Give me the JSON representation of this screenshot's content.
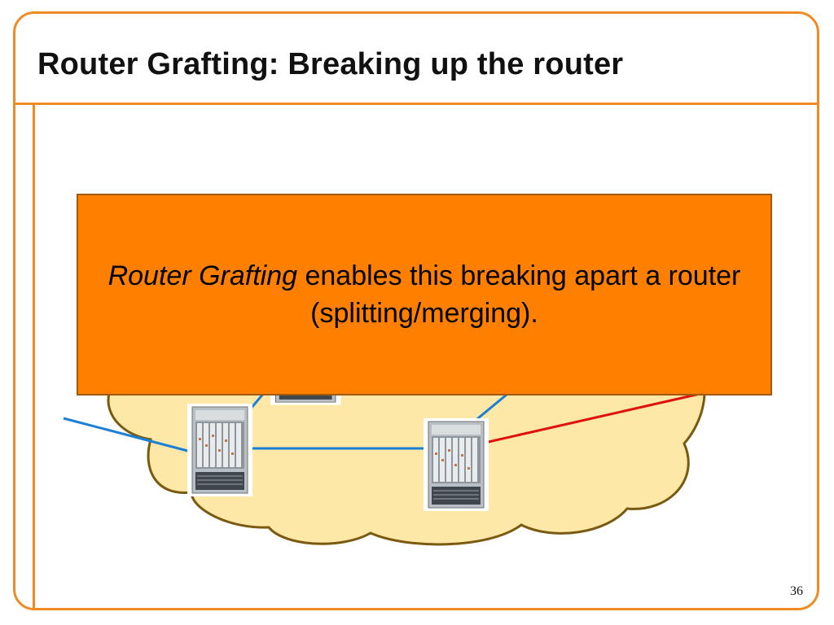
{
  "slide": {
    "title": "Router Grafting: Breaking up the router",
    "page_number": "36"
  },
  "callout": {
    "emphasis": "Router Grafting",
    "text": " enables this breaking apart a router (splitting/merging)."
  },
  "colors": {
    "accent": "#f08a24",
    "callout_fill": "#ff8000",
    "cloud_fill": "#fde8a8",
    "cloud_stroke": "#7a5a10",
    "link_blue": "#1a7fd6",
    "link_red": "#e01010"
  },
  "icons": [
    "router-chassis-icon"
  ]
}
